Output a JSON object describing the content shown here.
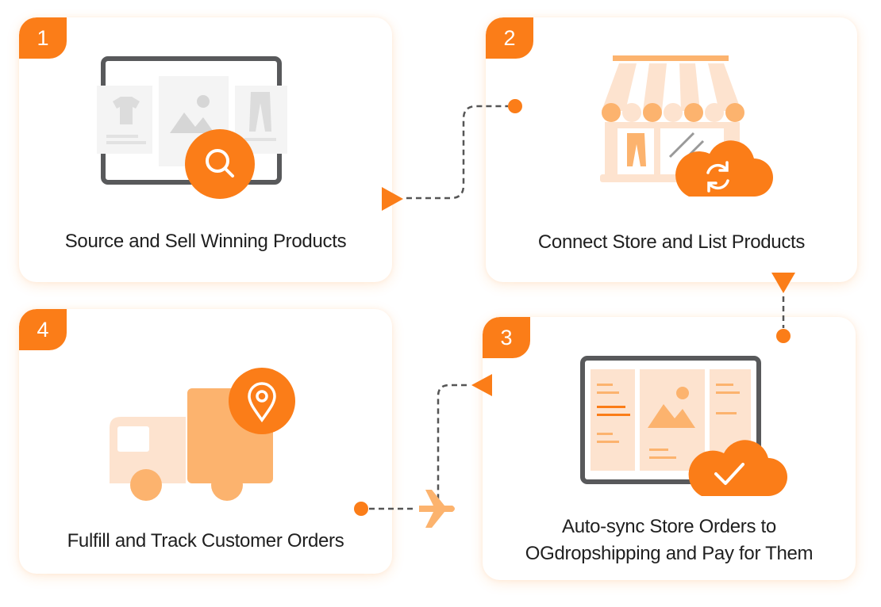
{
  "steps": [
    {
      "number": "1",
      "title": "Source and Sell Winning Products"
    },
    {
      "number": "2",
      "title": "Connect Store and List Products"
    },
    {
      "number": "3",
      "title_line1": "Auto-sync Store Orders to",
      "title_line2": "OGdropshipping and Pay for Them"
    },
    {
      "number": "4",
      "title": "Fulfill and Track Customer Orders"
    }
  ],
  "colors": {
    "accent": "#fb7d18",
    "accent_light": "#fcb36e",
    "accent_pale": "#fde3cf",
    "frame_gray": "#58595b",
    "text": "#1f1f1f"
  },
  "icons": {
    "step1": "search-icon",
    "step2": "cloud-sync-icon",
    "step3": "cloud-check-icon",
    "step4": "location-pin-icon",
    "connector": "airplane-icon"
  }
}
